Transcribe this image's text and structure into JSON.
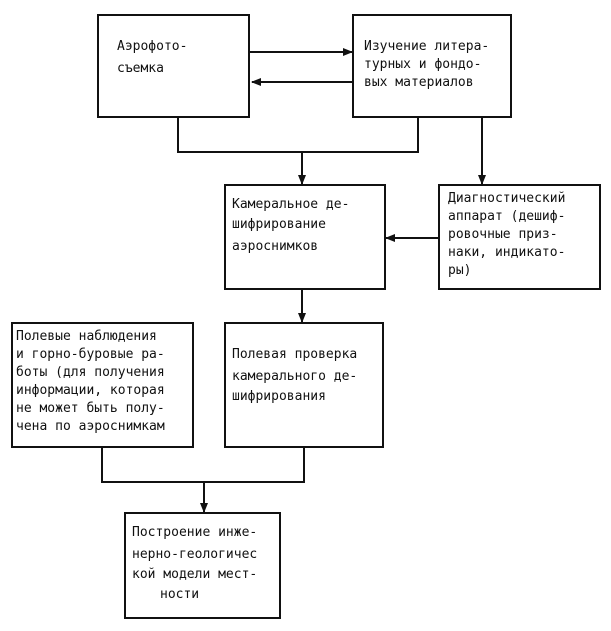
{
  "diagram": {
    "nodes": {
      "aerial_survey": {
        "lines": [
          "Аэрофото-",
          "съемка"
        ]
      },
      "literature_study": {
        "lines": [
          "Изучение литера-",
          "турных и фондо-",
          "вых материалов"
        ]
      },
      "office_interpretation": {
        "lines": [
          "Камеральное де-",
          "шифрирование",
          "аэроснимков"
        ]
      },
      "diagnostic_apparatus": {
        "lines": [
          "Диагностический",
          "аппарат (дешиф-",
          "ровочные приз-",
          "наки, индикато-",
          "ры)"
        ]
      },
      "field_observations": {
        "lines": [
          "Полевые наблюдения",
          "и горно-буровые ра-",
          "боты (для получения",
          "информации, которая",
          "не может быть полу-",
          "чена по аэроснимкам"
        ]
      },
      "field_verification": {
        "lines": [
          "Полевая проверка",
          "камерального де-",
          "шифрирования"
        ]
      },
      "model_construction": {
        "lines": [
          "Построение инже-",
          "нерно-геологичес",
          "кой модели мест-",
          "ности"
        ]
      }
    },
    "edges": [
      {
        "from": "aerial_survey",
        "to": "literature_study"
      },
      {
        "from": "literature_study",
        "to": "aerial_survey"
      },
      {
        "from": "aerial_survey",
        "to": "office_interpretation"
      },
      {
        "from": "literature_study",
        "to": "office_interpretation"
      },
      {
        "from": "literature_study",
        "to": "diagnostic_apparatus"
      },
      {
        "from": "diagnostic_apparatus",
        "to": "office_interpretation"
      },
      {
        "from": "office_interpretation",
        "to": "field_verification"
      },
      {
        "from": "field_observations",
        "to": "model_construction"
      },
      {
        "from": "field_verification",
        "to": "model_construction"
      }
    ]
  }
}
